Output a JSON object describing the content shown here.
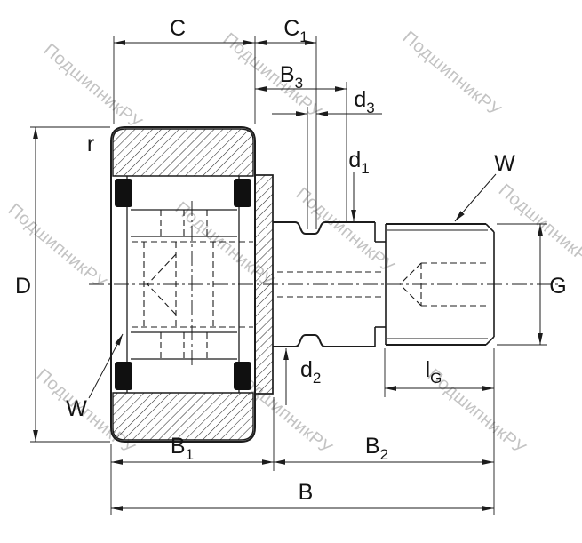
{
  "watermark": {
    "text": "ПодшипникРУ"
  },
  "labels": {
    "C": {
      "base": "C",
      "sub": ""
    },
    "C1": {
      "base": "C",
      "sub": "1"
    },
    "B3": {
      "base": "B",
      "sub": "3"
    },
    "d3": {
      "base": "d",
      "sub": "3"
    },
    "d1": {
      "base": "d",
      "sub": "1"
    },
    "r": {
      "base": "r",
      "sub": ""
    },
    "D": {
      "base": "D",
      "sub": ""
    },
    "W_thread": {
      "base": "W",
      "sub": ""
    },
    "W_flange": {
      "base": "W",
      "sub": ""
    },
    "G": {
      "base": "G",
      "sub": ""
    },
    "d2": {
      "base": "d",
      "sub": "2"
    },
    "lG": {
      "base": "l",
      "sub": "G"
    },
    "B1": {
      "base": "B",
      "sub": "1"
    },
    "B2": {
      "base": "B",
      "sub": "2"
    },
    "B": {
      "base": "B",
      "sub": ""
    }
  },
  "colors": {
    "line": "#1c1c1c",
    "hatch": "#2e2e2e",
    "seal": "#101010",
    "watermark": "#c3c3c3",
    "background": "#ffffff"
  }
}
